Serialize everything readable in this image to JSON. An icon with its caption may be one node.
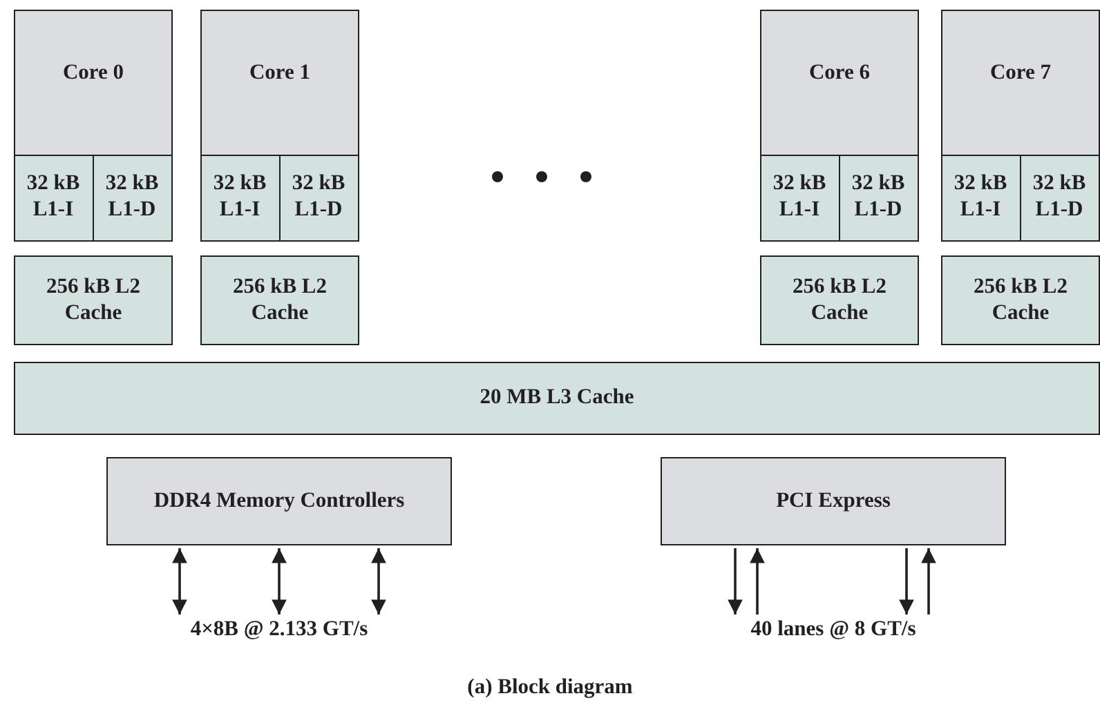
{
  "diagram": {
    "caption": "(a) Block diagram",
    "nodes": [
      {
        "text": [
          "Core 0"
        ]
      },
      {
        "text": [
          "32 kB L1-I"
        ],
        "in": 0
      },
      {
        "text": [
          "32 kB L1-D"
        ],
        "in": 0
      },
      {
        "text": [
          "Core 1"
        ]
      },
      {
        "text": [
          "32 kB L1-I"
        ],
        "in": 3
      },
      {
        "text": [
          "32 kB L1-D"
        ],
        "in": 3
      },
      {
        "text": [
          "Core 6"
        ]
      },
      {
        "text": [
          "32 kB L1-I"
        ],
        "in": 6
      },
      {
        "text": [
          "32 kB L1-D"
        ],
        "in": 6
      },
      {
        "text": [
          "Core 7"
        ]
      },
      {
        "text": [
          "32 kB L1-I"
        ],
        "in": 9
      },
      {
        "text": [
          "32 kB L1-D"
        ],
        "in": 9
      },
      {
        "text": [
          "256 kB L2 Cache"
        ]
      },
      {
        "text": [
          "256 kB L2 Cache"
        ]
      },
      {
        "text": [
          "256 kB L2 Cache"
        ]
      },
      {
        "text": [
          "256 kB L2 Cache"
        ]
      },
      {
        "text": [
          "20 MB L3 Cache"
        ]
      },
      {
        "text": [
          "DDR4 Memory Controllers"
        ]
      },
      {
        "text": [
          "PCI Express"
        ]
      },
      {
        "text": [
          "4×8B @ 2.133 GT/s"
        ]
      },
      {
        "text": [
          "40 lanes @ 8 GT/s"
        ]
      }
    ],
    "edges": [
      {
        "from": 17,
        "to": 19,
        "arrow": "both"
      },
      {
        "from": 17,
        "to": 19,
        "arrow": "both"
      },
      {
        "from": 17,
        "to": 19,
        "arrow": "both"
      },
      {
        "from": 18,
        "to": 20,
        "arrow": "to"
      },
      {
        "from": 20,
        "to": 18,
        "arrow": "to"
      },
      {
        "from": 18,
        "to": 20,
        "arrow": "to"
      },
      {
        "from": 20,
        "to": 18,
        "arrow": "to"
      }
    ]
  }
}
